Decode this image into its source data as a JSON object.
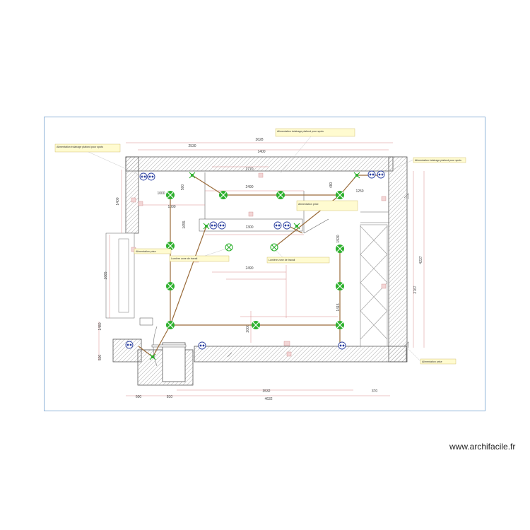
{
  "credit": {
    "text": "www.archifacile.fr"
  },
  "dimensions": {
    "top_overall": "3628",
    "top_left": "2530",
    "top_right": "1400",
    "top_small": "1770",
    "row1": "2490",
    "row1_left": "1000",
    "row2_mid": "1300",
    "row3": "2490",
    "bottom_overall": "4632",
    "bottom_inner": "3532",
    "bottom_left": "600",
    "bottom_mid": "810",
    "bottom_right": "370",
    "right_total": "4237",
    "right_inner": "2767",
    "left_upper": "1400",
    "left_mid": "1665",
    "left_low": "1480",
    "left_bot": "500",
    "side_a": "1250",
    "side_b": "1000",
    "side_c": "1655",
    "v1": "500",
    "v2": "480",
    "v3": "1930",
    "v4": "1415",
    "v5": "2000"
  },
  "colors": {
    "frame": "#8fb4d8",
    "wall": "#555555",
    "dimension": "#d88a8a",
    "wire": "#9a6b3a",
    "light": "#2db02d",
    "socket": "#2a3fa0",
    "note_bg": "#fffbd0"
  },
  "notes": [
    "Alimentation éclairage plafond pour spots",
    "Alimentation éclairage plafond pour spots",
    "Alimentation éclairage plafond pour spots",
    "Alimentation prise",
    "Lumière zone de travail",
    "Lumière zone de travail",
    "Alimentation prise",
    "Alimentation prise"
  ]
}
